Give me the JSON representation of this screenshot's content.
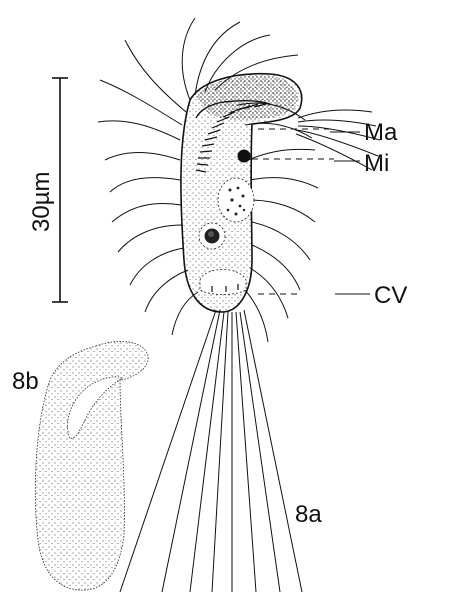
{
  "figure": {
    "scale_bar_label": "30µm",
    "labels": {
      "macronucleus": "Ma",
      "micronucleus": "Mi",
      "contractile_vacuole": "CV",
      "panel_a": "8a",
      "panel_b": "8b"
    }
  }
}
